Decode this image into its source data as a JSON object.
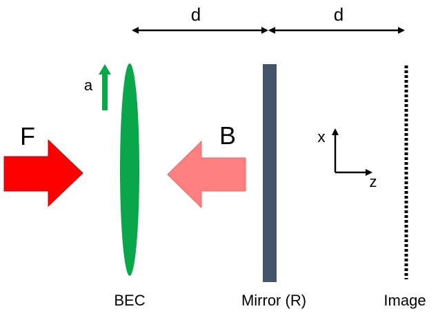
{
  "labels": {
    "distance_left": "d",
    "distance_right": "d",
    "acceleration": "a",
    "forward_beam": "F",
    "backward_beam": "B",
    "axis_x": "x",
    "axis_z": "z",
    "bec": "BEC",
    "mirror": "Mirror (R)",
    "image": "Image"
  },
  "colors": {
    "bec": "#0aa64a",
    "acceleration_arrow": "#0aa64a",
    "forward_beam": "#ff0000",
    "backward_beam": "#ff8080",
    "mirror": "#44546a",
    "image_plane": "#000000",
    "arrows": "#000000"
  }
}
